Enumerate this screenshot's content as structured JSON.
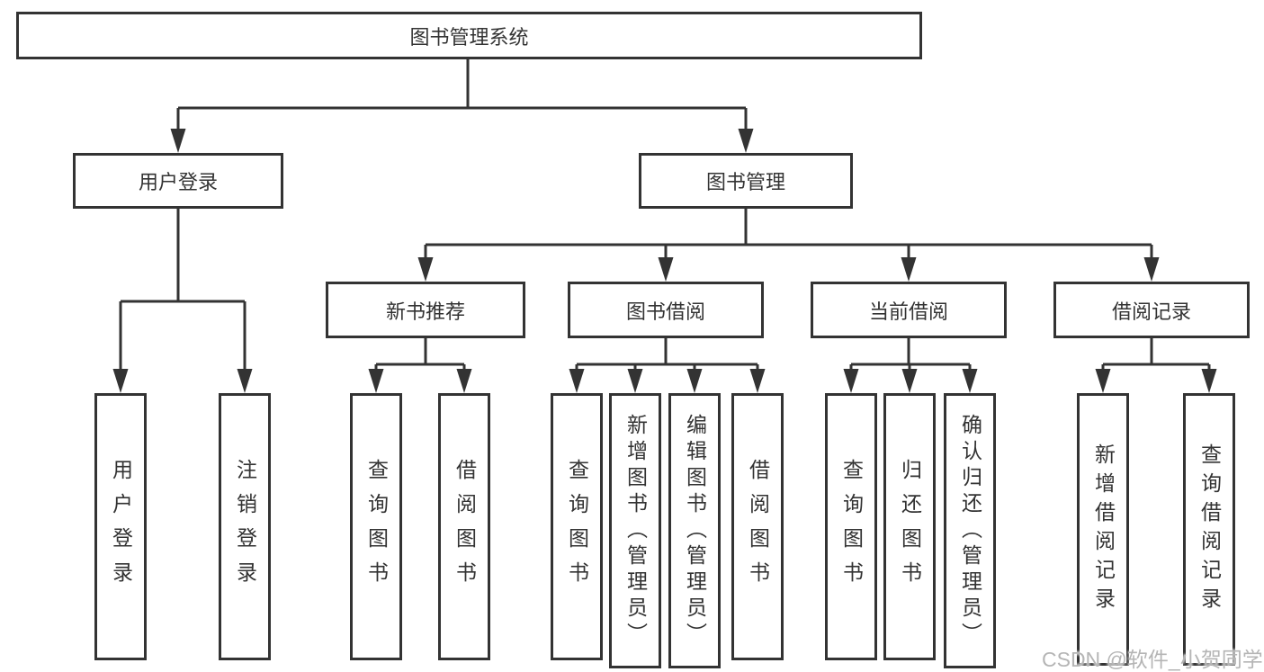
{
  "colors": {
    "background": "#ffffff",
    "line": "#333333",
    "text": "#333333",
    "watermark": "#b5b5b5"
  },
  "watermark": "CSDN @软件_小贺同学",
  "tree": {
    "root": {
      "label": "图书管理系统"
    },
    "branches": [
      {
        "label": "用户登录",
        "children": [
          {
            "label": "用户登录"
          },
          {
            "label": "注销登录"
          }
        ]
      },
      {
        "label": "图书管理",
        "children": [
          {
            "label": "新书推荐",
            "children": [
              {
                "label": "查询图书"
              },
              {
                "label": "借阅图书"
              }
            ]
          },
          {
            "label": "图书借阅",
            "children": [
              {
                "label": "查询图书"
              },
              {
                "label": "新增图书（管理员）"
              },
              {
                "label": "编辑图书（管理员）"
              },
              {
                "label": "借阅图书"
              }
            ]
          },
          {
            "label": "当前借阅",
            "children": [
              {
                "label": "查询图书"
              },
              {
                "label": "归还图书"
              },
              {
                "label": "确认归还（管理员）"
              }
            ]
          },
          {
            "label": "借阅记录",
            "children": [
              {
                "label": "新增借阅记录"
              },
              {
                "label": "查询借阅记录"
              }
            ]
          }
        ]
      }
    ]
  }
}
